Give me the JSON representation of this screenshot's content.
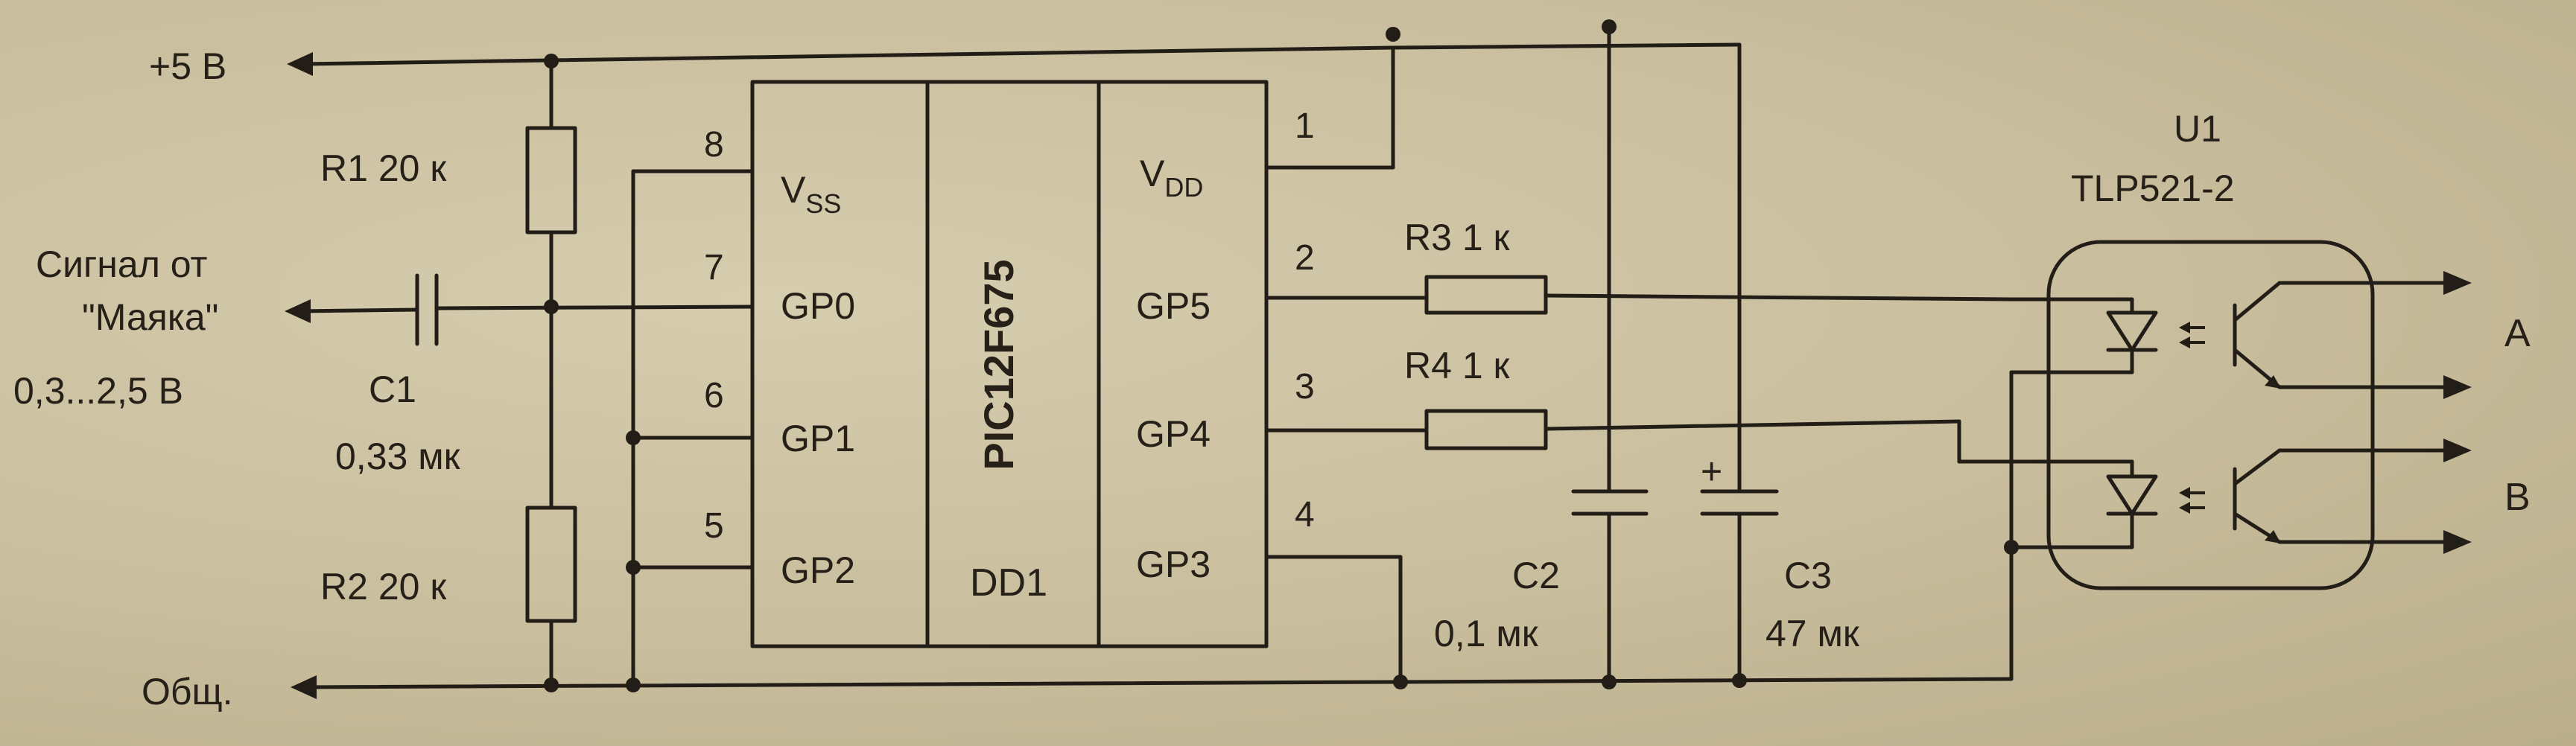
{
  "rails": {
    "vplus": "+5 В",
    "gnd": "Общ."
  },
  "input": {
    "line1": "Сигнал от",
    "line2": "\"Маяка\"",
    "line3": "0,3...2,5 В"
  },
  "r1": {
    "ref": "R1",
    "value": "20 к"
  },
  "r2": {
    "ref": "R2",
    "value": "20 к"
  },
  "c1": {
    "ref": "C1",
    "value": "0,33 мк"
  },
  "ic": {
    "part": "PIC12F675",
    "ref": "DD1",
    "left_pins": [
      {
        "num": "8",
        "name": "VSS"
      },
      {
        "num": "7",
        "name": "GP0"
      },
      {
        "num": "6",
        "name": "GP1"
      },
      {
        "num": "5",
        "name": "GP2"
      }
    ],
    "right_pins": [
      {
        "num": "1",
        "name": "VDD"
      },
      {
        "num": "2",
        "name": "GP5"
      },
      {
        "num": "3",
        "name": "GP4"
      },
      {
        "num": "4",
        "name": "GP3"
      }
    ]
  },
  "r3": {
    "ref": "R3",
    "value": "1 к"
  },
  "r4": {
    "ref": "R4",
    "value": "1 к"
  },
  "c2": {
    "ref": "C2",
    "value": "0,1 мк"
  },
  "c3": {
    "ref": "C3",
    "value": "47 мк",
    "polarity": "+"
  },
  "u1": {
    "ref": "U1",
    "part": "TLP521-2"
  },
  "outputs": {
    "a": "A",
    "b": "B"
  }
}
